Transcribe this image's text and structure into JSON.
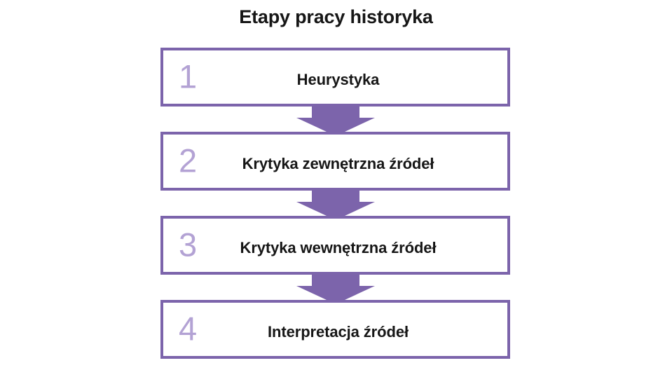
{
  "diagram": {
    "title": "Etapy pracy historyka",
    "type": "flowchart-vertical",
    "colors": {
      "border": "#7c64ab",
      "arrow": "#7c64ab",
      "number": "#b3a2d4",
      "label_text": "#161616",
      "background": "#ffffff"
    },
    "steps": [
      {
        "number": "1",
        "label": "Heurystyka"
      },
      {
        "number": "2",
        "label": "Krytyka zewnętrzna źródeł"
      },
      {
        "number": "3",
        "label": "Krytyka wewnętrzna źródeł"
      },
      {
        "number": "4",
        "label": "Interpretacja źródeł"
      }
    ],
    "connectors": [
      {
        "from": "1",
        "to": "2",
        "shape": "down-arrow"
      },
      {
        "from": "2",
        "to": "3",
        "shape": "down-arrow"
      },
      {
        "from": "3",
        "to": "4",
        "shape": "down-arrow"
      }
    ]
  }
}
